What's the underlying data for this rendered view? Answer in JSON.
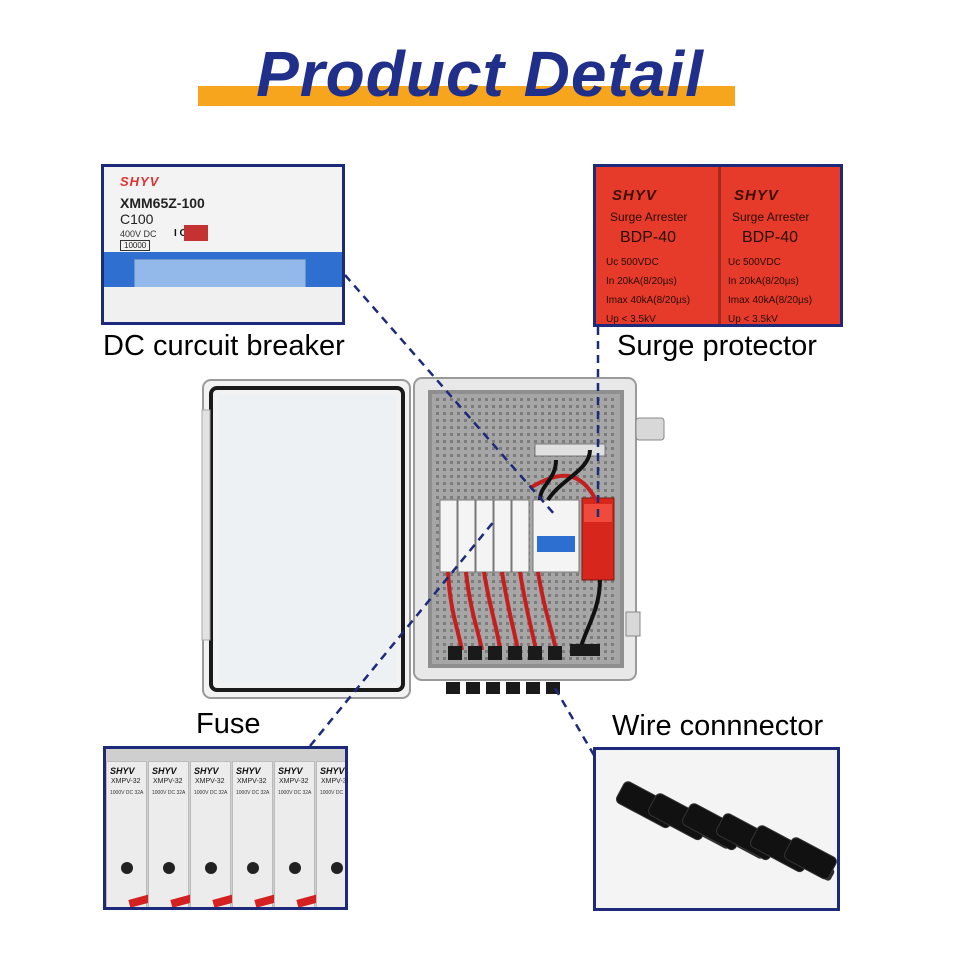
{
  "header": {
    "title": "Product Detail",
    "accent_color": "#f7a51c",
    "title_color": "#1f2f8a"
  },
  "callouts": {
    "breaker": {
      "label": "DC curcuit breaker",
      "brand": "SHYV",
      "model": "XMM65Z-100",
      "rating": "C100",
      "voltage": "400V DC",
      "number": "10000",
      "on_mark": "I ON"
    },
    "surge": {
      "label": "Surge protector",
      "units": [
        {
          "brand": "SHYV",
          "name": "Surge Arrester",
          "model": "BDP-40",
          "rows": [
            "Uc      500VDC",
            "In   20kA(8/20µs)",
            "Imax 40kA(8/20µs)",
            "Up   <    3.5kV"
          ]
        },
        {
          "brand": "SHYV",
          "name": "Surge Arrester",
          "model": "BDP-40",
          "rows": [
            "Uc      500VDC",
            "In   20kA(8/20µs)",
            "Imax 40kA(8/20µs)",
            "Up   <    3.5kV"
          ]
        }
      ]
    },
    "fuse": {
      "label": "Fuse",
      "holders": [
        {
          "brand": "SHYV",
          "model": "XMPV-32",
          "spec": "1000V DC 32A"
        },
        {
          "brand": "SHYV",
          "model": "XMPV-32",
          "spec": "1000V DC 32A"
        },
        {
          "brand": "SHYV",
          "model": "XMPV-32",
          "spec": "1000V DC 32A"
        },
        {
          "brand": "SHYV",
          "model": "XMPV-32",
          "spec": "1000V DC 32A"
        },
        {
          "brand": "SHYV",
          "model": "XMPV-32",
          "spec": "1000V DC 32A"
        },
        {
          "brand": "SHYV",
          "model": "XMPV-3",
          "spec": "1000V DC"
        }
      ]
    },
    "wire": {
      "label": "Wire connnector"
    }
  }
}
